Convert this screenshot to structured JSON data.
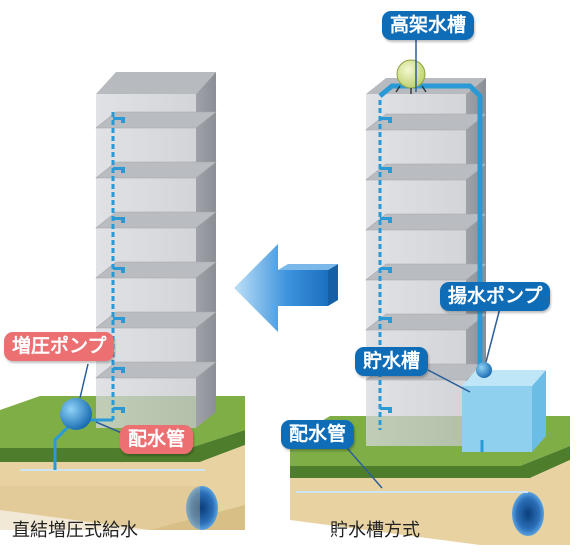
{
  "labels": {
    "elevated_tank": "高架水槽",
    "lift_pump": "揚水ポンプ",
    "storage_tank": "貯水槽",
    "water_pipe_right": "配水管",
    "booster_pump": "増圧ポンプ",
    "water_pipe_left": "配水管"
  },
  "captions": {
    "left_system": "直結増圧式給水",
    "right_system": "貯水槽方式"
  },
  "colors": {
    "label_blue": "#0f6db8",
    "label_pink": "#ec6f72",
    "pipe_blue": "#2a9ad6",
    "arrow_blue": "#1e7fd0",
    "ground_green": "#7fae47",
    "tank_light_blue": "#8fd0ef"
  }
}
